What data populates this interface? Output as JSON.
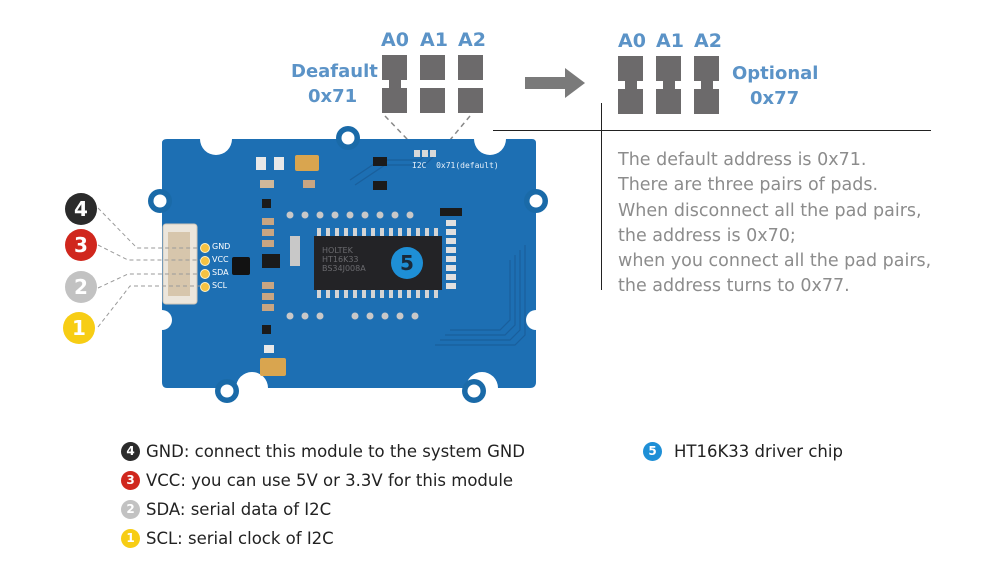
{
  "address_diagram": {
    "default": {
      "label": "Deafault",
      "address": "0x71",
      "pad_labels": [
        "A0",
        "A1",
        "A2"
      ],
      "pads_connected": [
        true,
        false,
        false
      ]
    },
    "optional": {
      "label": "Optional",
      "address": "0x77",
      "pad_labels": [
        "A0",
        "A1",
        "A2"
      ],
      "pads_connected": [
        true,
        true,
        true
      ]
    },
    "arrow_icon": "right-arrow"
  },
  "description": {
    "lines": [
      "The default address is 0x71.",
      "There are three pairs of pads.",
      "When disconnect all the pad pairs,",
      "the address is 0x70;",
      "when you connect all the pad pairs,",
      "the address turns to 0x77."
    ]
  },
  "board": {
    "silkscreen_i2c": "I2C  0x71(default)",
    "chip_marking": [
      "HOLTEK",
      "HT16K33",
      "BS34J008A"
    ],
    "connector_pins": [
      "GND",
      "VCC",
      "SDA",
      "SCL"
    ],
    "chip_badge": "5"
  },
  "pin_badges": [
    {
      "number": "4",
      "color": "#2b2b2b"
    },
    {
      "number": "3",
      "color": "#d0271d"
    },
    {
      "number": "2",
      "color": "#c2c2c2"
    },
    {
      "number": "1",
      "color": "#f7cd14"
    }
  ],
  "legend": {
    "left": [
      {
        "number": "4",
        "color": "#2b2b2b",
        "text": "GND: connect this module to the system GND"
      },
      {
        "number": "3",
        "color": "#d0271d",
        "text": "VCC: you can use 5V or 3.3V for this module"
      },
      {
        "number": "2",
        "color": "#c2c2c2",
        "text": "SDA: serial data of I2C"
      },
      {
        "number": "1",
        "color": "#f7cd14",
        "text": "SCL: serial clock of I2C"
      }
    ],
    "right": [
      {
        "number": "5",
        "color": "#1e8fd6",
        "text": "HT16K33 driver chip"
      }
    ]
  },
  "colors": {
    "accent_label": "#5b93c7",
    "pcb": "#1f6fb2",
    "pad": "#6c6a6b",
    "description_text": "#8c8c8c"
  }
}
